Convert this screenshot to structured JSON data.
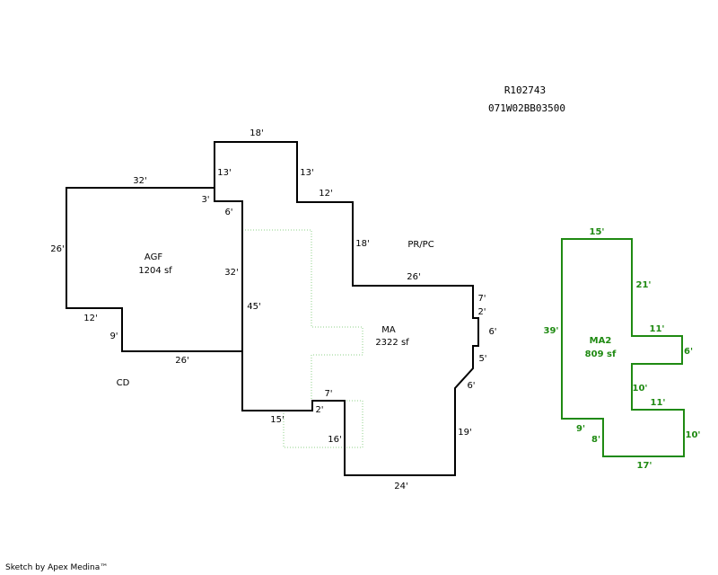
{
  "header": {
    "parcel_id": "R102743",
    "map_number": "071W02BB03500"
  },
  "areas": {
    "agf": {
      "name": "AGF",
      "size": "1204 sf"
    },
    "ma": {
      "name": "MA",
      "size": "2322 sf"
    },
    "ma2": {
      "name": "MA2",
      "size": "809 sf"
    },
    "pr_pc": "PR/PC",
    "cd": "CD"
  },
  "dims": {
    "agf_top": "32'",
    "agf_left": "26'",
    "agf_bottom_left": "12'",
    "agf_step": "9'",
    "agf_bottom": "26'",
    "agf_right": "32'",
    "notch_3": "3'",
    "notch_6": "6'",
    "ma_top": "18'",
    "ma_13_left": "13'",
    "ma_13_right": "13'",
    "ma_12": "12'",
    "ma_18_right": "18'",
    "ma_26": "26'",
    "ma_7_top": "7'",
    "ma_2_top": "2'",
    "ma_6_jog": "6'",
    "ma_5": "5'",
    "ma_6_diag": "6'",
    "ma_19": "19'",
    "ma_24": "24'",
    "ma_16": "16'",
    "ma_7_low": "7'",
    "ma_2_low": "2'",
    "ma_15": "15'",
    "ma_45": "45'",
    "ma2_15": "15'",
    "ma2_21": "21'",
    "ma2_11_top": "11'",
    "ma2_6": "6'",
    "ma2_10_inner": "10'",
    "ma2_11_low": "11'",
    "ma2_10_right": "10'",
    "ma2_17": "17'",
    "ma2_8": "8'",
    "ma2_9": "9'",
    "ma2_39": "39'"
  },
  "colors": {
    "main_outline": "#000000",
    "ma2_outline": "#1f8a12",
    "dotted_outline": "#8fd18a"
  },
  "footer": "Sketch by Apex Medina™"
}
